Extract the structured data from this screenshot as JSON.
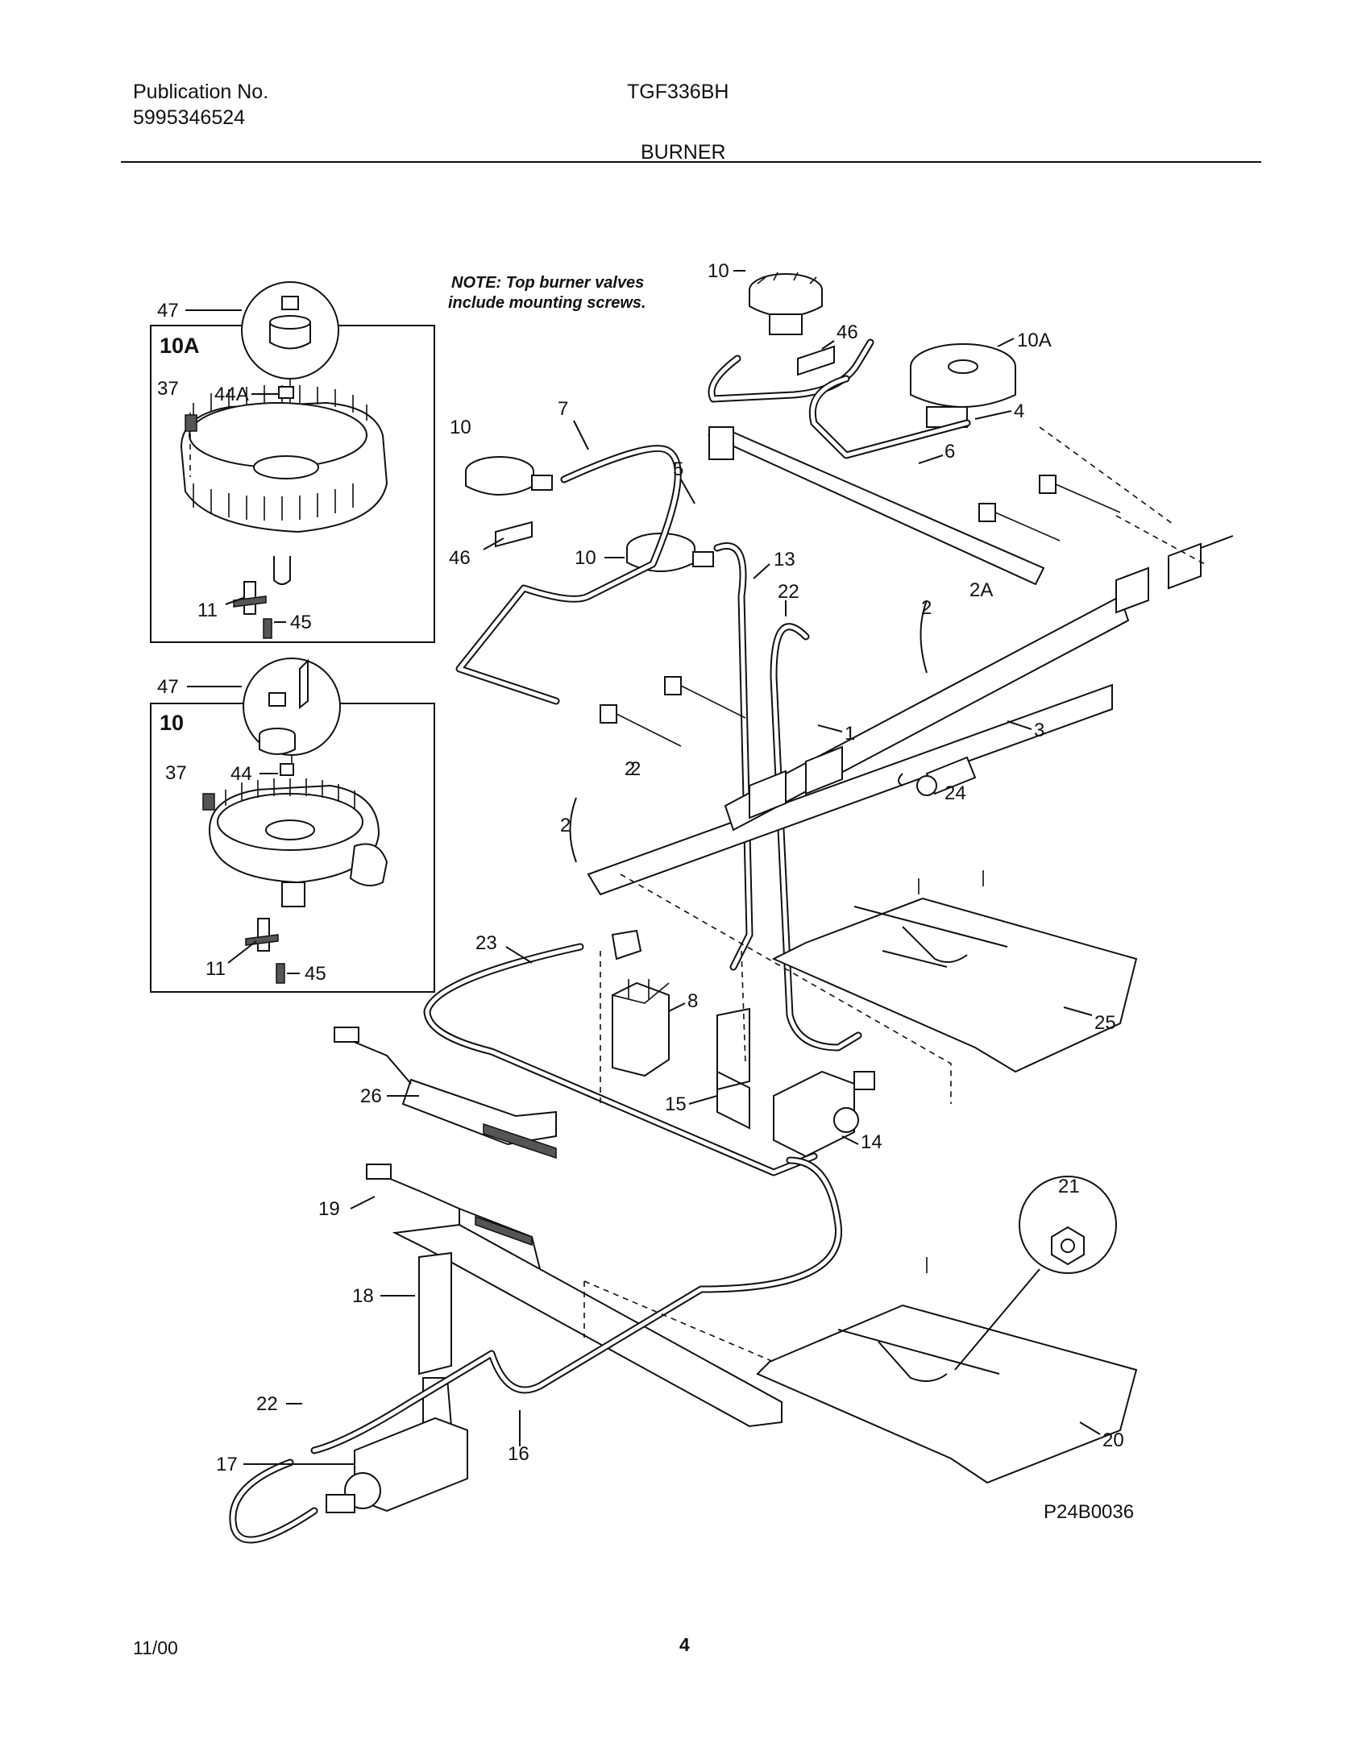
{
  "header": {
    "publication_label": "Publication No.",
    "publication_number": "5995346524",
    "model": "TGF336BH",
    "section": "BURNER"
  },
  "footer": {
    "date": "11/00",
    "page": "4"
  },
  "diagram": {
    "note_line1": "NOTE: Top burner valves",
    "note_line2": "include mounting screws.",
    "figure_id": "P24B0036",
    "inset_10A": {
      "title": "10A",
      "callouts": [
        "47",
        "37",
        "44A",
        "11",
        "45"
      ]
    },
    "inset_10": {
      "title": "10",
      "callouts": [
        "47",
        "37",
        "44",
        "11",
        "45"
      ]
    },
    "callouts": [
      "10",
      "46",
      "10A",
      "4",
      "6",
      "7",
      "10",
      "5",
      "46",
      "10",
      "13",
      "22",
      "2",
      "2A",
      "2",
      "1",
      "3",
      "2",
      "24",
      "2",
      "23",
      "8",
      "25",
      "26",
      "15",
      "14",
      "21",
      "19",
      "18",
      "22",
      "17",
      "16",
      "20"
    ]
  }
}
